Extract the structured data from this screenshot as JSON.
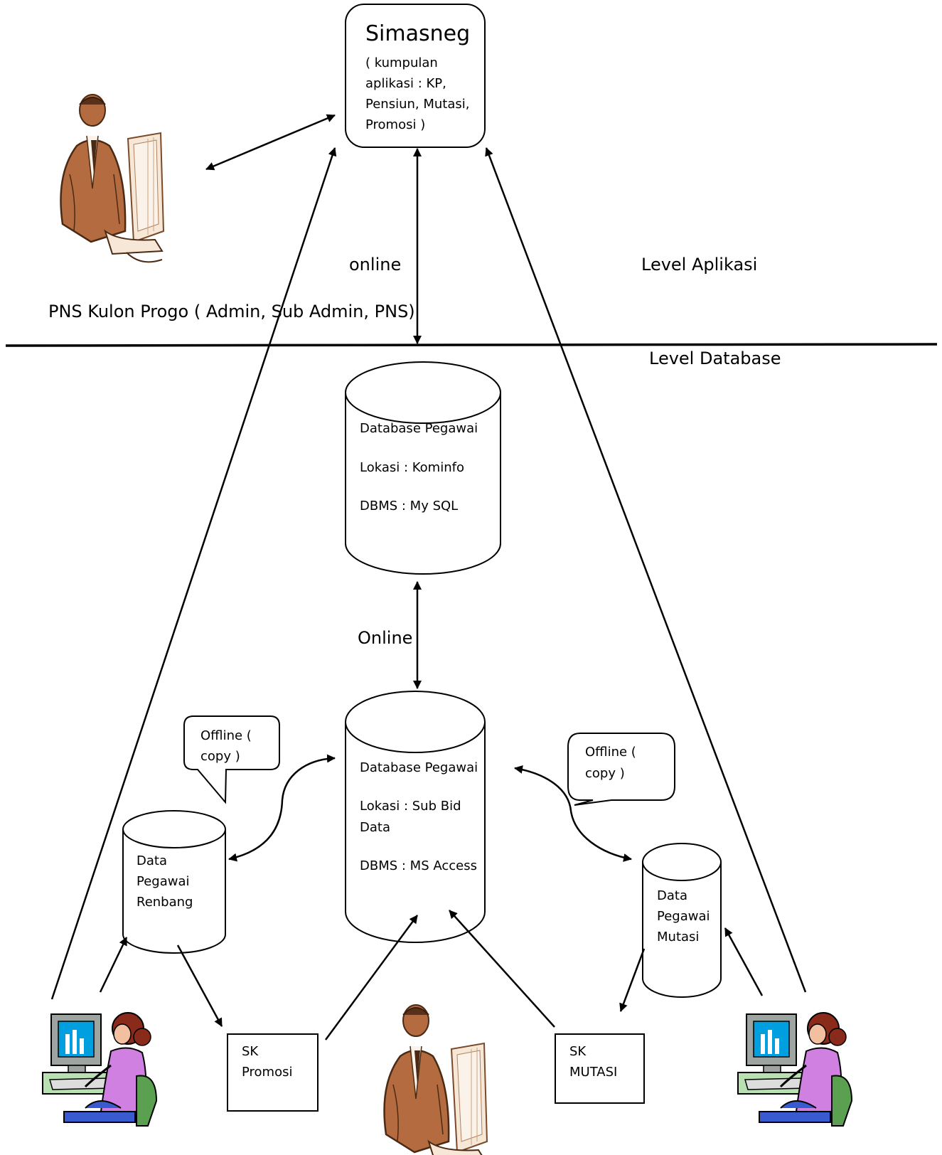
{
  "simasneg": {
    "title": "Simasneg",
    "desc_lines": [
      "( kumpulan",
      "aplikasi : KP,",
      "Pensiun, Mutasi,",
      "Promosi )"
    ]
  },
  "labels": {
    "online_top": "online",
    "level_aplikasi": "Level Aplikasi",
    "level_database": "Level Database",
    "pns": "PNS Kulon Progo ( Admin, Sub Admin, PNS)",
    "online_mid": "Online"
  },
  "db_kominfo": {
    "lines": [
      "Database Pegawai",
      "Lokasi : Kominfo",
      "DBMS : My SQL"
    ]
  },
  "db_subbid": {
    "lines": [
      "Database Pegawai",
      "Lokasi : Sub Bid",
      "Data",
      "DBMS : MS Access"
    ]
  },
  "db_renbang": {
    "lines": [
      "Data",
      "Pegawai",
      "Renbang"
    ]
  },
  "db_mutasi": {
    "lines": [
      "Data",
      "Pegawai",
      "Mutasi"
    ]
  },
  "callout_left": {
    "lines": [
      "Offline (",
      "copy )"
    ]
  },
  "callout_right": {
    "lines": [
      "Offline (",
      "copy )"
    ]
  },
  "sk_promosi": {
    "lines": [
      "SK",
      "Promosi"
    ]
  },
  "sk_mutasi": {
    "lines": [
      "SK",
      "MUTASI"
    ]
  },
  "icons": {
    "top_user": "man-at-computer-icon",
    "bottom_center_user": "man-at-computer-icon",
    "bottom_left_user": "woman-at-computer-icon",
    "bottom_right_user": "woman-at-computer-icon"
  }
}
